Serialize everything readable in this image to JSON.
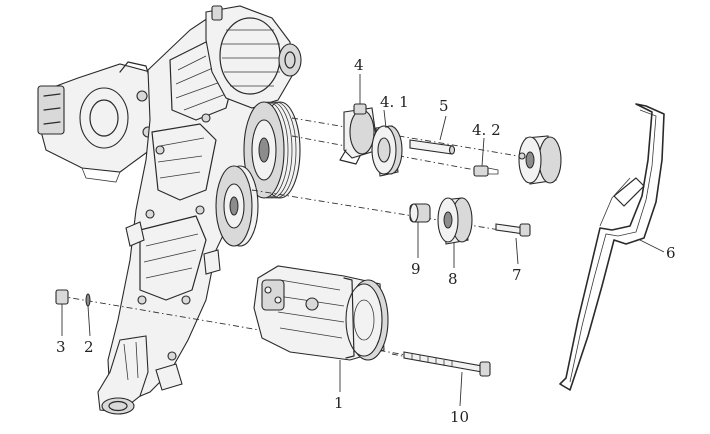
{
  "callouts": {
    "c1": "1",
    "c2": "2",
    "c3": "3",
    "c4": "4",
    "c4_1": "4. 1",
    "c4_2": "4. 2",
    "c5": "5",
    "c6": "6",
    "c7": "7",
    "c8": "8",
    "c9": "9",
    "c10": "10"
  }
}
